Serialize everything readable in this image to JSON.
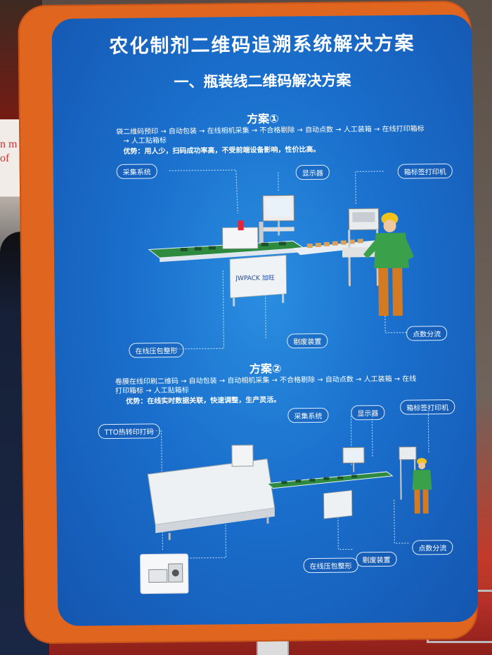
{
  "background": {
    "sign_text": "n m of"
  },
  "board": {
    "title": "农化制剂二维码追溯系统解决方案",
    "subtitle": "一、瓶装线二维码解决方案",
    "scheme1": {
      "heading": "方案①",
      "flow_line1": "袋二维码预印 → 自动包装 → 在线相机采集 → 不合格剔除 → 自动点数 → 人工装箱 → 在线打印箱标",
      "flow_line2": "→ 人工贴箱标",
      "advantage": "优势：用人少，扫码成功率高，不受前端设备影响，性价比高。",
      "labels": {
        "capture": "采集系统",
        "display": "显示器",
        "label_printer": "箱标签打印机",
        "press": "在线压包整形",
        "reject": "剔废装置",
        "count": "点数分流"
      },
      "machine_brand": "JWPACK 加旺"
    },
    "scheme2": {
      "heading": "方案②",
      "flow_line1": "卷膜在线印刷二维码 → 自动包装 → 自动相机采集 → 不合格剔除 → 自动点数 → 人工装箱 → 在线",
      "flow_line2": "打印箱标 → 人工贴箱标",
      "advantage": "优势：在线实时数据关联，快速调整，生产灵活。",
      "labels": {
        "tto": "TTO热转印打码",
        "capture": "采集系统",
        "display": "显示器",
        "label_printer": "箱标签打印机",
        "press": "在线压包整形",
        "reject": "剔废装置",
        "count": "点数分流"
      }
    }
  },
  "colors": {
    "frame": "#e0651e",
    "panel": "#1a6fcc",
    "worker_shirt": "#3aa04a",
    "helmet": "#f3c21a"
  }
}
